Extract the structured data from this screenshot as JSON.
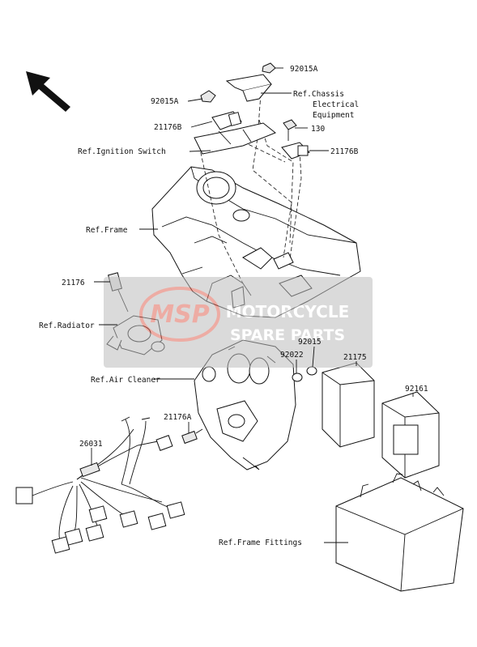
{
  "labels": {
    "p92015A_top": "92015A",
    "ref_chassis_1": "Ref.Chassis",
    "ref_chassis_2": "Electrical",
    "ref_chassis_3": "Equipment",
    "p92015A_left": "92015A",
    "p21176B_left": "21176B",
    "p130": "130",
    "p21176B_right": "21176B",
    "ref_ignition": "Ref.Ignition Switch",
    "ref_frame": "Ref.Frame",
    "p21176": "21176",
    "ref_radiator": "Ref.Radiator",
    "p92015": "92015",
    "p92022": "92022",
    "p21175": "21175",
    "ref_air_cleaner": "Ref.Air Cleaner",
    "p92161": "92161",
    "p21176A": "21176A",
    "p26031": "26031",
    "ref_frame_fittings": "Ref.Frame Fittings"
  },
  "watermark": {
    "line1": "MOTORCYCLE",
    "line2": "SPARE PARTS",
    "logo": "MSP"
  },
  "colors": {
    "watermark_red": "#e06a5a",
    "watermark_bg": "#bdbdbd"
  }
}
